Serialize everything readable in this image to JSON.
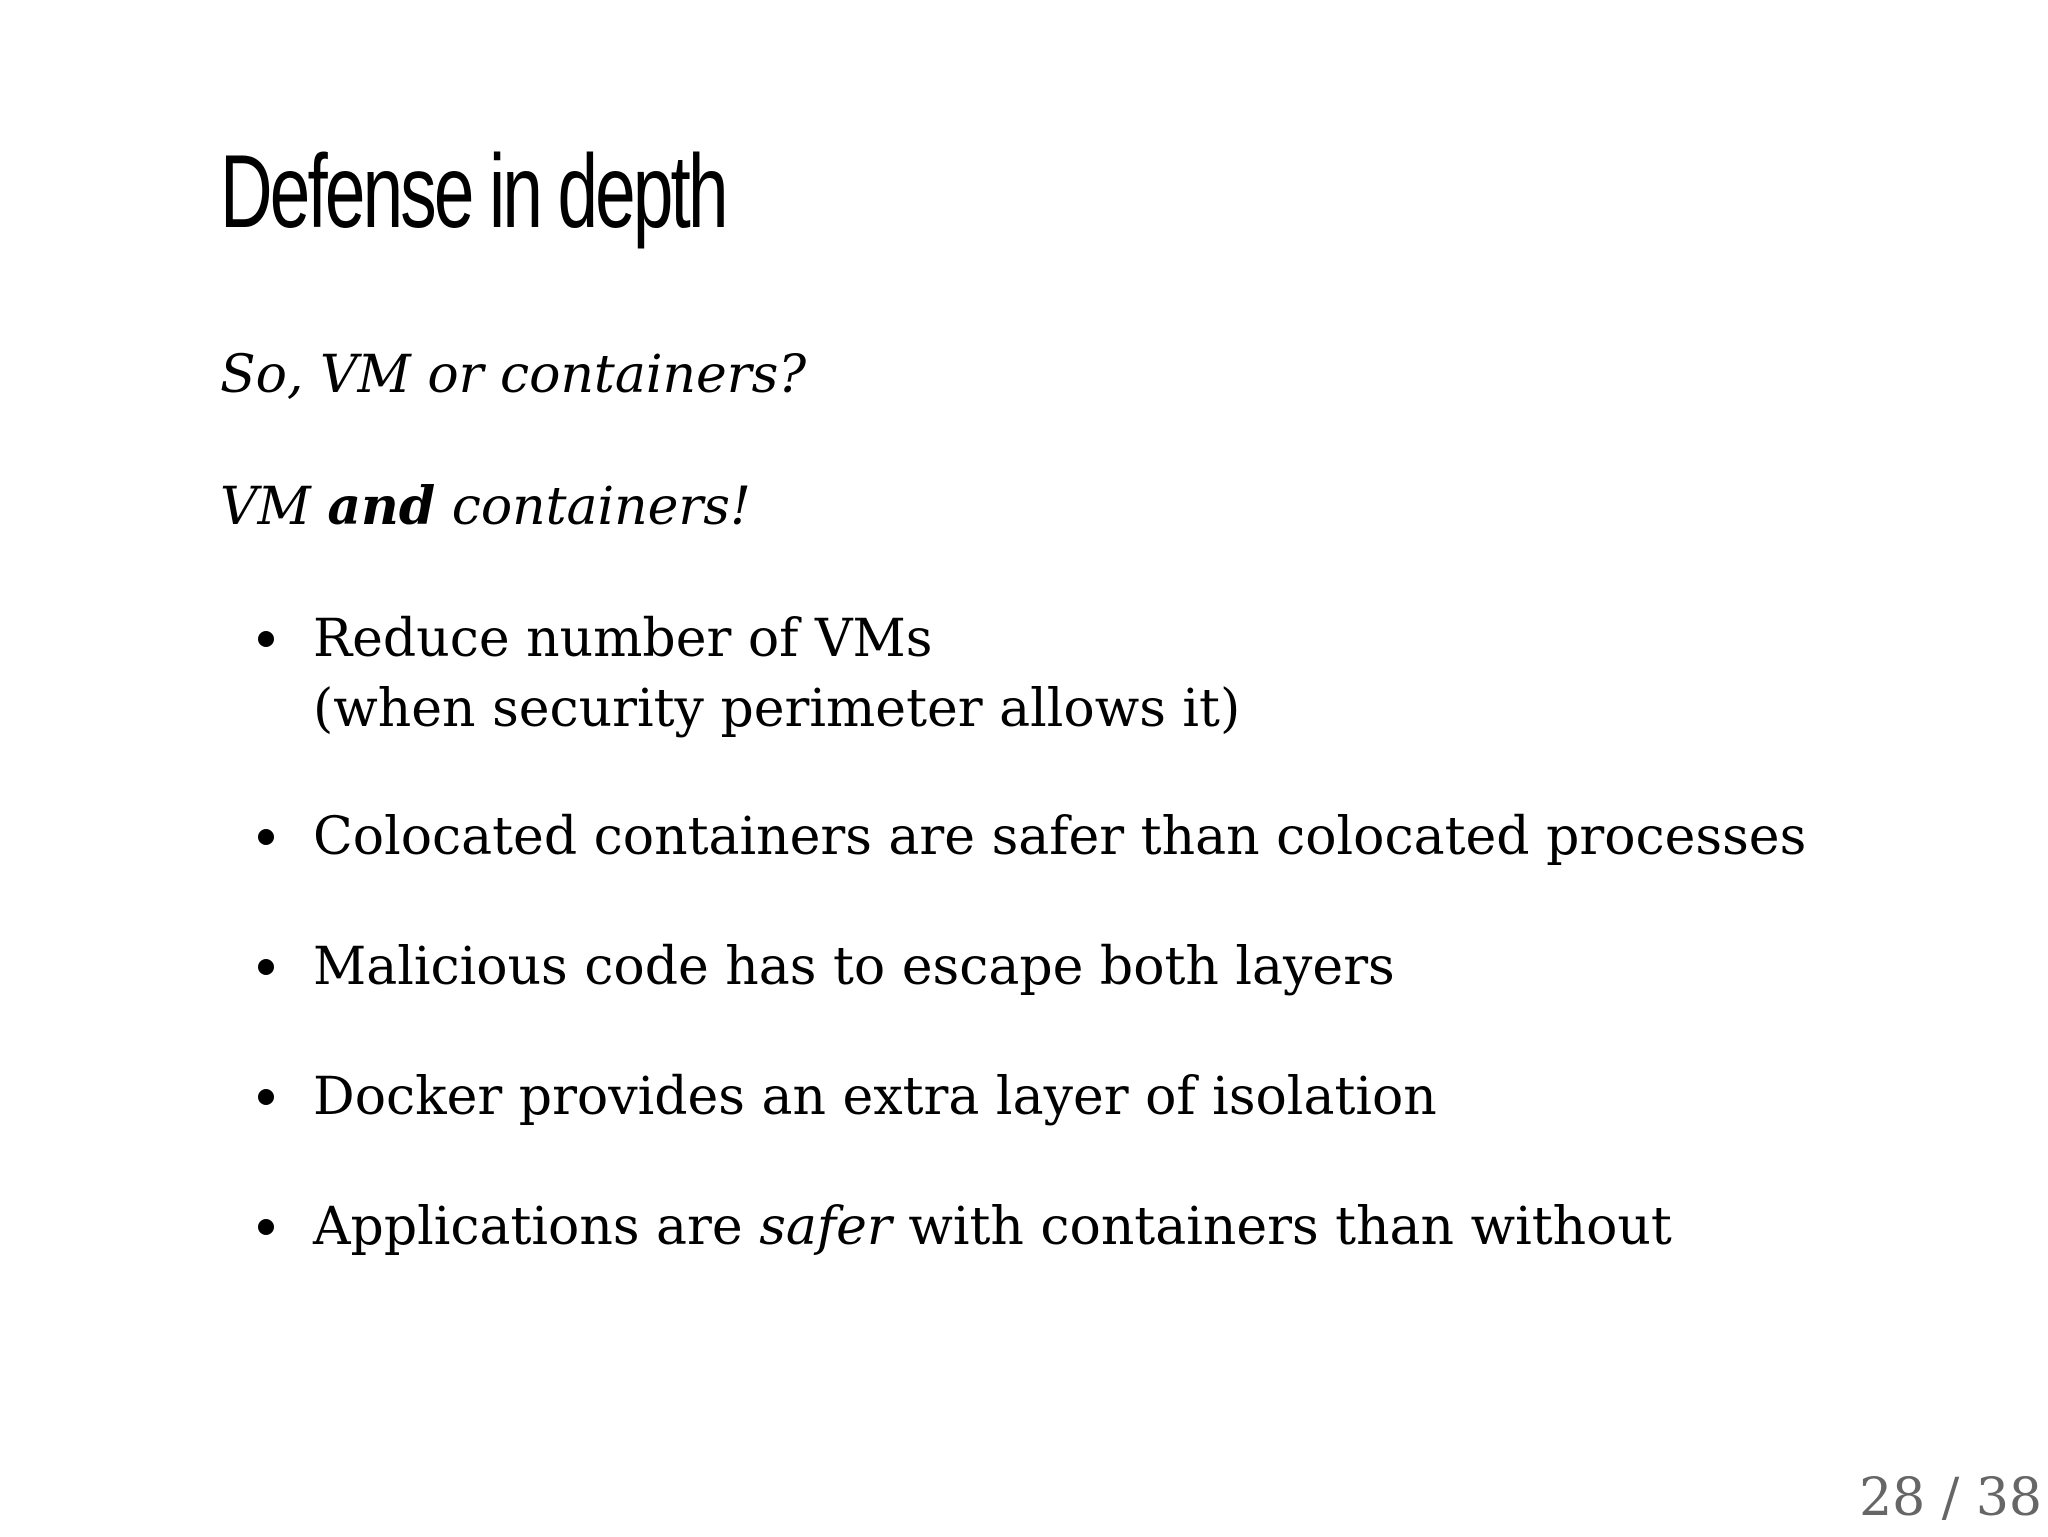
{
  "slide": {
    "title": "Defense in depth",
    "question": "So, VM or containers?",
    "answer": {
      "before": "VM ",
      "emphasis": "and",
      "after": " containers!"
    },
    "bullets": [
      {
        "line1": "Reduce number of VMs",
        "line2": "(when security perimeter allows it)"
      },
      {
        "text": "Colocated containers are safer than colocated processes"
      },
      {
        "text": "Malicious code has to escape both layers"
      },
      {
        "text": "Docker provides an extra layer of isolation"
      },
      {
        "before": "Applications are ",
        "emphasis": "safer",
        "after": " with containers than without"
      }
    ]
  },
  "pagination": {
    "label": "28 / 38"
  },
  "colors": {
    "background": "#ffffff",
    "text": "#000000",
    "counter": "#666666"
  }
}
